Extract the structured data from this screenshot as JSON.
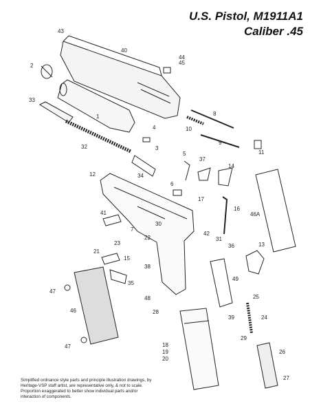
{
  "title_line1": "U.S. Pistol, M1911A1",
  "title_line2": "Caliber .45",
  "note": "Simplified ordnance style parts and principle illustration drawings, by Heritage-VSP staff artist, are representative only, & not to scale. Proportion exaggerated to better show individual parts and/or interaction of components.",
  "part_numbers": {
    "n1": "1",
    "n2": "2",
    "n3": "3",
    "n4": "4",
    "n5": "5",
    "n6": "6",
    "n7": "7",
    "n8": "8",
    "n9": "9",
    "n10": "10",
    "n11": "11",
    "n12": "12",
    "n13": "13",
    "n14": "14",
    "n15": "15",
    "n16": "16",
    "n17": "17",
    "n18": "18",
    "n19": "19",
    "n20": "20",
    "n21": "21",
    "n22": "22",
    "n23": "23",
    "n24": "24",
    "n25": "25",
    "n26": "26",
    "n27": "27",
    "n28": "28",
    "n29": "29",
    "n30": "30",
    "n31": "31",
    "n32": "32",
    "n33": "33",
    "n34": "34",
    "n35": "35",
    "n36": "36",
    "n37": "37",
    "n38": "38",
    "n39": "39",
    "n40": "40",
    "n41": "41",
    "n42": "42",
    "n43": "43",
    "n44": "44",
    "n45": "45",
    "n46": "46",
    "n46a": "46A",
    "n47a": "47",
    "n47b": "47",
    "n48": "48",
    "n49": "49"
  }
}
